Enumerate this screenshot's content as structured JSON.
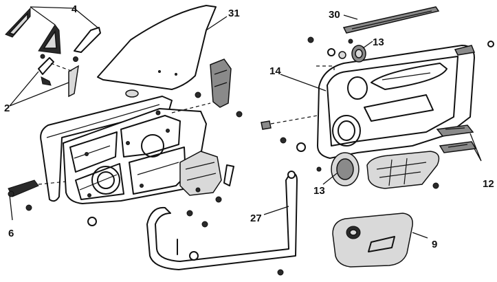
{
  "callouts": [
    {
      "id": "c4",
      "text": "4"
    },
    {
      "id": "c31",
      "text": "31"
    },
    {
      "id": "c30",
      "text": "30"
    },
    {
      "id": "c13a",
      "text": "13"
    },
    {
      "id": "c14",
      "text": "14"
    },
    {
      "id": "c2",
      "text": "2"
    },
    {
      "id": "c6",
      "text": "6"
    },
    {
      "id": "c27",
      "text": "27"
    },
    {
      "id": "c13b",
      "text": "13"
    },
    {
      "id": "c12",
      "text": "12"
    },
    {
      "id": "c9",
      "text": "9"
    }
  ]
}
